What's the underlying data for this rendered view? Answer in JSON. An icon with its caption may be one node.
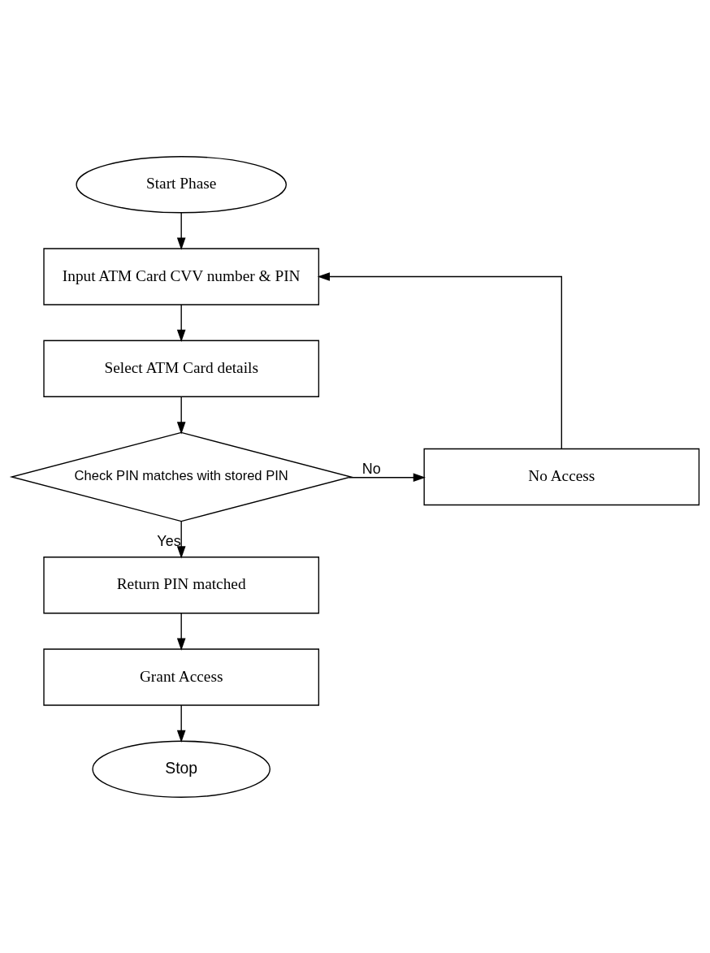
{
  "diagram": {
    "nodes": [
      {
        "text": [
          "Start Phase"
        ]
      },
      {
        "text": [
          "Input ATM Card CVV number & PIN"
        ]
      },
      {
        "text": [
          "Select ATM Card details"
        ]
      },
      {
        "text": [
          "Check PIN matches with stored PIN"
        ]
      },
      {
        "text": [
          "No Access"
        ]
      },
      {
        "text": [
          "Return PIN matched"
        ]
      },
      {
        "text": [
          "Grant Access"
        ]
      },
      {
        "text": [
          "Stop"
        ]
      }
    ],
    "edges": [
      {
        "from": 0,
        "to": 1,
        "arrow": "to"
      },
      {
        "from": 1,
        "to": 2,
        "arrow": "to"
      },
      {
        "from": 2,
        "to": 3,
        "arrow": "to"
      },
      {
        "from": 3,
        "to": 4,
        "arrow": "to",
        "label": "No"
      },
      {
        "from": 4,
        "to": 1,
        "arrow": "to"
      },
      {
        "from": 3,
        "to": 5,
        "arrow": "to",
        "label": "Yes"
      },
      {
        "from": 5,
        "to": 6,
        "arrow": "to"
      },
      {
        "from": 6,
        "to": 7,
        "arrow": "to"
      }
    ]
  }
}
